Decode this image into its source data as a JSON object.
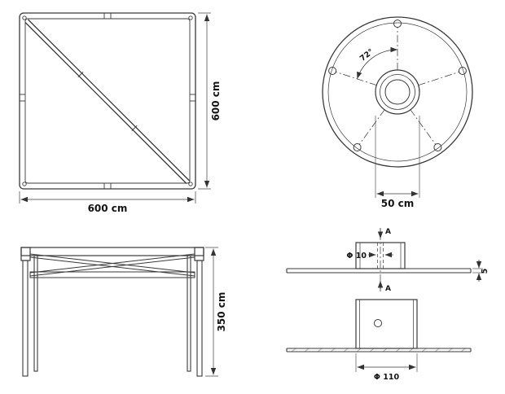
{
  "drawing": {
    "background_color": "#ffffff",
    "line_color": "#3a3a3a",
    "text_color": "#141414",
    "views": {
      "frame_top": {
        "width_label": "600 cm",
        "height_label": "600 cm"
      },
      "flange_top": {
        "angle_label": "72°",
        "diameter_label": "50 cm"
      },
      "frame_front": {
        "height_label": "350 cm"
      },
      "anchor_section": {
        "section_top": "A",
        "section_bottom": "A",
        "hole_label": "Φ 10",
        "thickness_label": "5"
      },
      "anchor_front": {
        "diameter_label": "Φ 110"
      }
    }
  }
}
